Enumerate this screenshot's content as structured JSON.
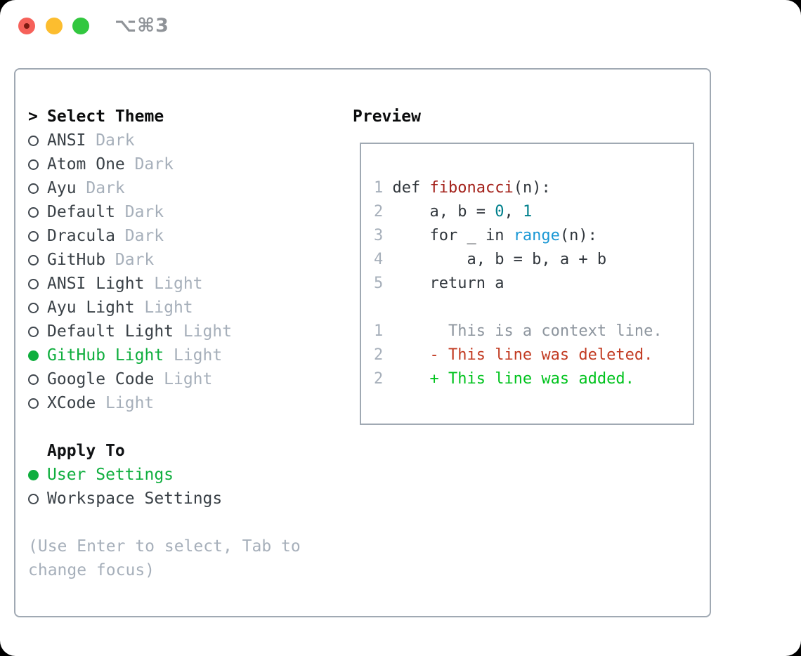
{
  "window": {
    "shortcut_label": "⌥⌘3"
  },
  "colors": {
    "selected-green": "#0fae3e",
    "added-green": "#00c31d",
    "deleted-red": "#c23b22",
    "fn-red": "#a32019",
    "num-teal": "#00808c",
    "builtin-blue": "#1b98d5",
    "muted-gray": "#a6afba",
    "ink": "#30363c",
    "border-gray": "#a0a9b3",
    "traffic-red": "#f6615a",
    "traffic-yellow": "#fcbd2f",
    "traffic-green": "#32c73f"
  },
  "theme_panel": {
    "prompt": ">",
    "title": "Select Theme",
    "themes": [
      {
        "name": "ANSI",
        "tag": "Dark",
        "selected": false
      },
      {
        "name": "Atom One",
        "tag": "Dark",
        "selected": false
      },
      {
        "name": "Ayu",
        "tag": "Dark",
        "selected": false
      },
      {
        "name": "Default",
        "tag": "Dark",
        "selected": false
      },
      {
        "name": "Dracula",
        "tag": "Dark",
        "selected": false
      },
      {
        "name": "GitHub",
        "tag": "Dark",
        "selected": false
      },
      {
        "name": "ANSI Light",
        "tag": "Light",
        "selected": false
      },
      {
        "name": "Ayu Light",
        "tag": "Light",
        "selected": false
      },
      {
        "name": "Default Light",
        "tag": "Light",
        "selected": false
      },
      {
        "name": "GitHub Light",
        "tag": "Light",
        "selected": true
      },
      {
        "name": "Google Code",
        "tag": "Light",
        "selected": false
      },
      {
        "name": "XCode",
        "tag": "Light",
        "selected": false
      }
    ],
    "apply_to": {
      "title": "Apply To",
      "options": [
        {
          "name": "User Settings",
          "selected": true
        },
        {
          "name": "Workspace Settings",
          "selected": false
        }
      ]
    },
    "help_lines": [
      "(Use Enter to select, Tab to",
      "change focus)"
    ]
  },
  "preview": {
    "title": "Preview",
    "code_lines": [
      {
        "num": "1",
        "tokens": [
          [
            "def ",
            "kw"
          ],
          [
            "fibonacci",
            "fn"
          ],
          [
            "(n):",
            "p"
          ]
        ]
      },
      {
        "num": "2",
        "tokens": [
          [
            "    a, b = ",
            "p"
          ],
          [
            "0",
            "num"
          ],
          [
            ", ",
            "p"
          ],
          [
            "1",
            "num"
          ]
        ]
      },
      {
        "num": "3",
        "tokens": [
          [
            "    for _ in ",
            "p"
          ],
          [
            "range",
            "bi"
          ],
          [
            "(n):",
            "p"
          ]
        ]
      },
      {
        "num": "4",
        "tokens": [
          [
            "        a, b = b, a + b",
            "p"
          ]
        ]
      },
      {
        "num": "5",
        "tokens": [
          [
            "    return a",
            "p"
          ]
        ]
      }
    ],
    "diff_lines": [
      {
        "num": "1",
        "content": "      This is a context line.",
        "type": "context"
      },
      {
        "num": "2",
        "content": "    - This line was deleted.",
        "type": "deleted"
      },
      {
        "num": "2",
        "content": "    + This line was added.",
        "type": "added"
      }
    ]
  }
}
